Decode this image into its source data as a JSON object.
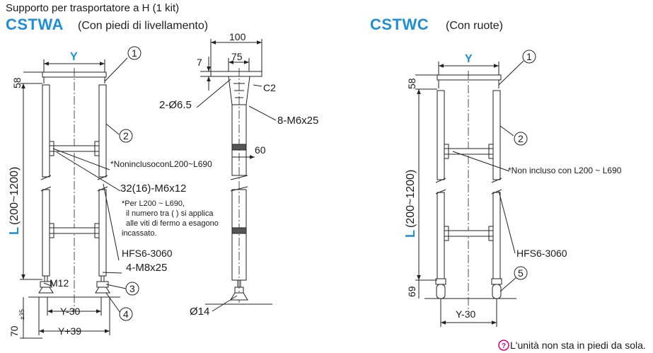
{
  "header": {
    "subtitle": "Supporto per trasportatore a H (1 kit)",
    "left_model": "CSTWA",
    "left_variant": "(Con piedi di livellamento)",
    "right_model": "CSTWC",
    "right_variant": "(Con ruote)"
  },
  "left_view": {
    "width_label": "Y",
    "height_label": "L",
    "height_range": "(200~1200)",
    "top_offset": "58",
    "bottom_offset": "70",
    "bottom_offset_tol": "±35",
    "inner_width": "Y-30",
    "outer_width": "Y+39",
    "foot_thread": "M12",
    "note_not_included": "*NoninclusoconL200~L690",
    "screws": "32(16)-M6x12",
    "screw_note_line1": "*Per L200 ~ L690,",
    "screw_note_line2": "il numero tra ( ) si applica",
    "screw_note_line3": "alle viti di fermo a esagono",
    "screw_note_line4": "incassato.",
    "frame": "HFS6-3060",
    "bolts": "4-M8x25"
  },
  "side_view": {
    "width_outer": "100",
    "width_inner": "75",
    "plate_thickness": "7",
    "chamfer": "C2",
    "holes": "2-Ø6.5",
    "bolts": "8-M6x25",
    "profile": "60",
    "foot_diameter": "Ø14"
  },
  "right_view": {
    "width_label": "Y",
    "height_label": "L",
    "height_range": "(200~1200)",
    "top_offset": "58",
    "bottom_offset": "69",
    "inner_width": "Y-30",
    "note_not_included": "*Non incluso con L200 ~ L690",
    "frame": "HFS6-3060"
  },
  "callouts": [
    "1",
    "2",
    "3",
    "4",
    "5"
  ],
  "footer_note": "L'unità non sta in piedi da sola.",
  "colors": {
    "accent": "#1e8fd4",
    "warning_icon": "#d9007e",
    "line": "#222222"
  }
}
